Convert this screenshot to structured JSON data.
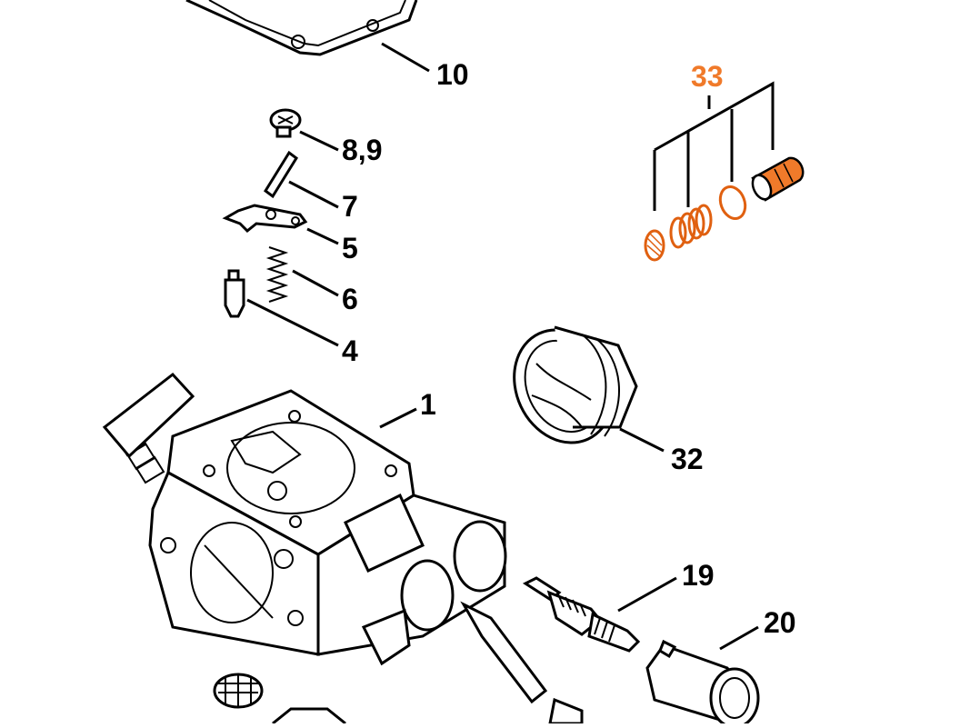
{
  "labels": {
    "p10": "10",
    "p89": "8,9",
    "p7": "7",
    "p5": "5",
    "p6": "6",
    "p4": "4",
    "p1": "1",
    "p32": "32",
    "p19": "19",
    "p20": "20",
    "p33": "33"
  },
  "colors": {
    "highlight": "#f07a2a",
    "line": "#000000",
    "background": "#ffffff"
  }
}
